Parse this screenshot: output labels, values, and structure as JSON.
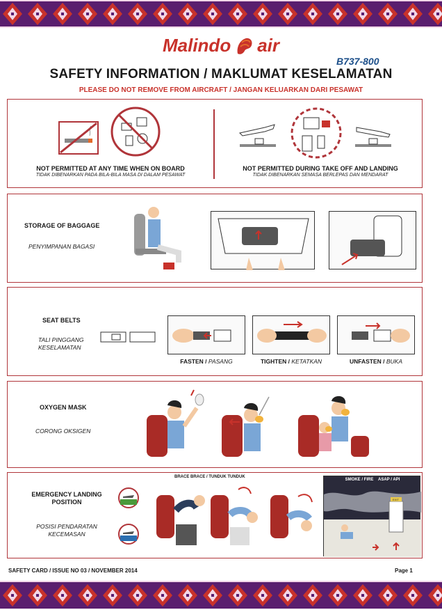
{
  "header": {
    "logo_text": "Malindo",
    "logo_suffix": "air",
    "aircraft": "B737-800",
    "title": "SAFETY INFORMATION / MAKLUMAT KESELAMATAN",
    "subtitle": "PLEASE DO NOT REMOVE FROM AIRCRAFT / JANGAN KELUARKAN DARI PESAWAT"
  },
  "colors": {
    "brand_red": "#c8322b",
    "band_purple": "#5a1e6e",
    "border_red": "#b0353a",
    "model_blue": "#1c4f8a"
  },
  "prohibited": {
    "left_en": "NOT PERMITTED AT ANY TIME WHEN ON BOARD",
    "left_my": "TIDAK DIBENARKAN PADA BILA-BILA MASA DI DALAM PESAWAT",
    "right_en": "NOT PERMITTED DURING TAKE OFF AND LANDING",
    "right_my": "TIDAK DIBENARKAN SEMASA BERLEPAS DAN MENDARAT"
  },
  "baggage": {
    "title": "STORAGE OF BAGGAGE",
    "title_my": "PENYIMPANAN BAGASI"
  },
  "seatbelts": {
    "title": "SEAT BELTS",
    "title_my_1": "TALI PINGGANG",
    "title_my_2": "KESELAMATAN",
    "fasten": "FASTEN",
    "fasten_my": "PASANG",
    "tighten": "TIGHTEN",
    "tighten_my": "KETATKAN",
    "unfasten": "UNFASTEN",
    "unfasten_my": "BUKA"
  },
  "oxygen": {
    "title": "OXYGEN MASK",
    "title_my": "CORONG OKSIGEN"
  },
  "emergency": {
    "title_1": "EMERGENCY LANDING",
    "title_2": "POSITION",
    "title_my_1": "POSISI PENDARATAN",
    "title_my_2": "KECEMASAN",
    "brace": "BRACE BRACE / TUNDUK TUNDUK",
    "smoke": "SMOKE / FIRE",
    "asap": "ASAP / API",
    "exit_sign": "EXIT"
  },
  "footer": {
    "left": "SAFETY CARD / ISSUE NO 03 / NOVEMBER 2014",
    "right": "Page 1"
  }
}
